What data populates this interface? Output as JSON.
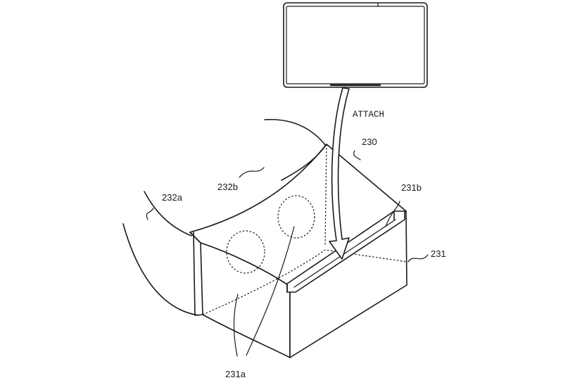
{
  "labels": {
    "attach": "ATTACH",
    "goggle_device": "230",
    "housing": "231",
    "lens_openings": "231a",
    "slot": "231b",
    "band_left": "232a",
    "band_right": "232b"
  }
}
